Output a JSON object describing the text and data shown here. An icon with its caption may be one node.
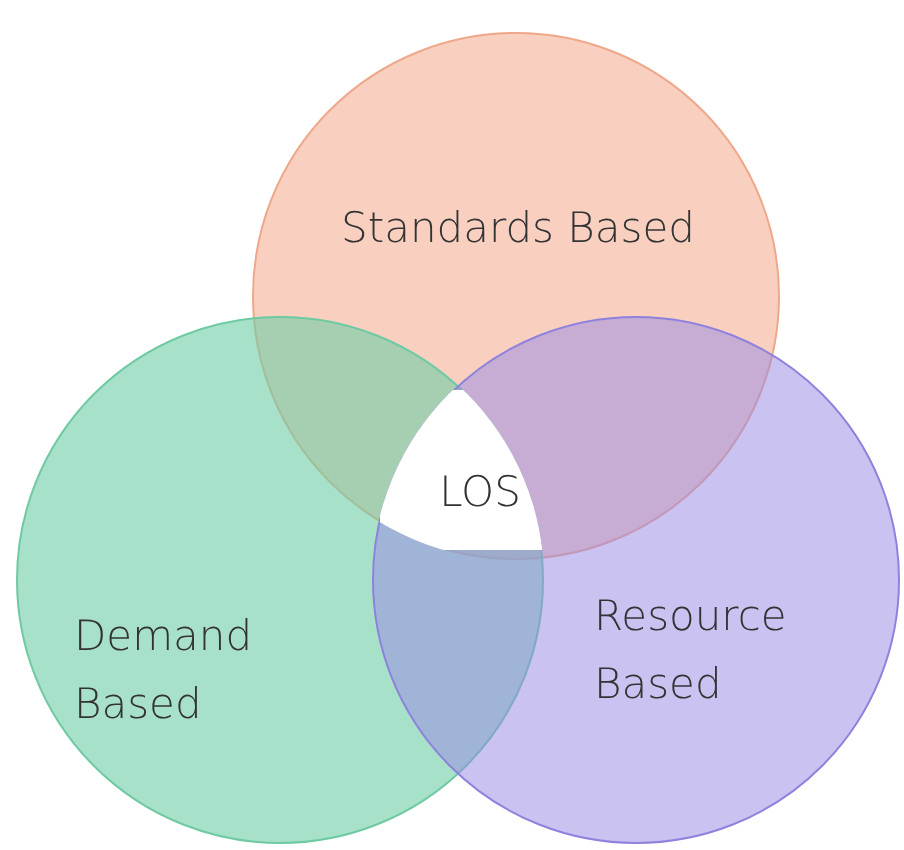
{
  "diagram": {
    "nodes": [
      {
        "text": [
          "Standards Based"
        ]
      },
      {
        "text": [
          "Demand Based"
        ]
      },
      {
        "text": [
          "Resource Based"
        ]
      },
      {
        "text": [
          "LOS"
        ]
      }
    ]
  }
}
